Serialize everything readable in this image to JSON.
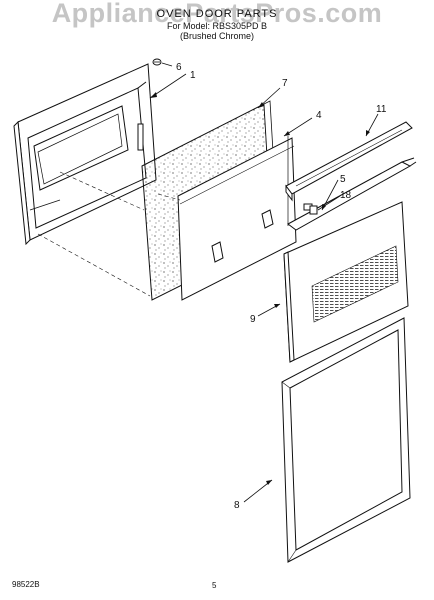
{
  "watermark": "AppliancePartsPros.com",
  "header": {
    "title": "OVEN DOOR PARTS",
    "line2": "For Model: RBS305PD B",
    "line3": "(Brushed Chrome)"
  },
  "callouts": [
    "6",
    "1",
    "7",
    "4",
    "11",
    "5",
    "18",
    "9",
    "8"
  ],
  "footer": {
    "code": "98522B",
    "page": "5"
  }
}
